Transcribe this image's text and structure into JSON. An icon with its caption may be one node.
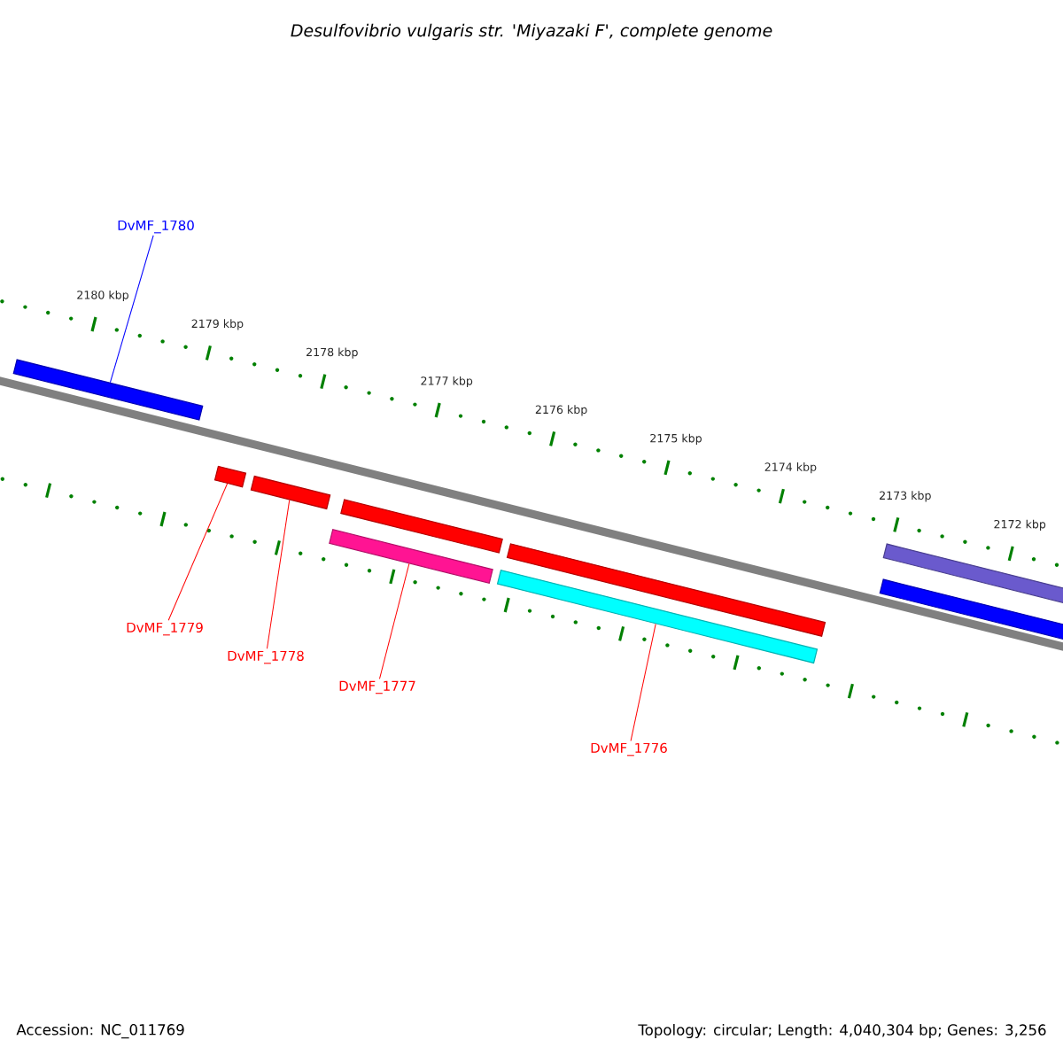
{
  "diagram": {
    "title": "Desulfovibrio vulgaris str. 'Miyazaki F', complete genome",
    "nodes": [
      {
        "text": [],
        "shape": "bar"
      },
      {
        "text": [],
        "shape": "bar"
      },
      {
        "text": [],
        "shape": "bar"
      },
      {
        "text": [],
        "shape": "bar"
      },
      {
        "text": [],
        "shape": "bar"
      },
      {
        "text": [],
        "shape": "bar"
      },
      {
        "text": [],
        "shape": "bar"
      },
      {
        "text": [],
        "shape": "bar"
      },
      {
        "text": [],
        "shape": "bar"
      },
      {
        "text": [
          "DvMF_1780"
        ]
      },
      {
        "text": [
          "DvMF_1779"
        ]
      },
      {
        "text": [
          "DvMF_1778"
        ]
      },
      {
        "text": [
          "DvMF_1777"
        ]
      },
      {
        "text": [
          "DvMF_1776"
        ]
      }
    ],
    "edges": [
      {
        "from": 9,
        "to": 0,
        "arrow": "none",
        "color": "#0000ff"
      },
      {
        "from": 10,
        "to": 1,
        "arrow": "none"
      },
      {
        "from": 11,
        "to": 2,
        "arrow": "none"
      },
      {
        "from": 12,
        "to": 3,
        "arrow": "none"
      },
      {
        "from": 13,
        "to": 5,
        "arrow": "none"
      }
    ],
    "labels": [
      "2180 kbp",
      "2179 kbp",
      "2178 kbp",
      "2177 kbp",
      "2176 kbp",
      "2175 kbp",
      "2174 kbp",
      "2173 kbp",
      "2172 kbp",
      "Accession: NC_011769",
      "Topology: circular; Length: 4,040,304 bp; Genes: 3,256"
    ]
  }
}
